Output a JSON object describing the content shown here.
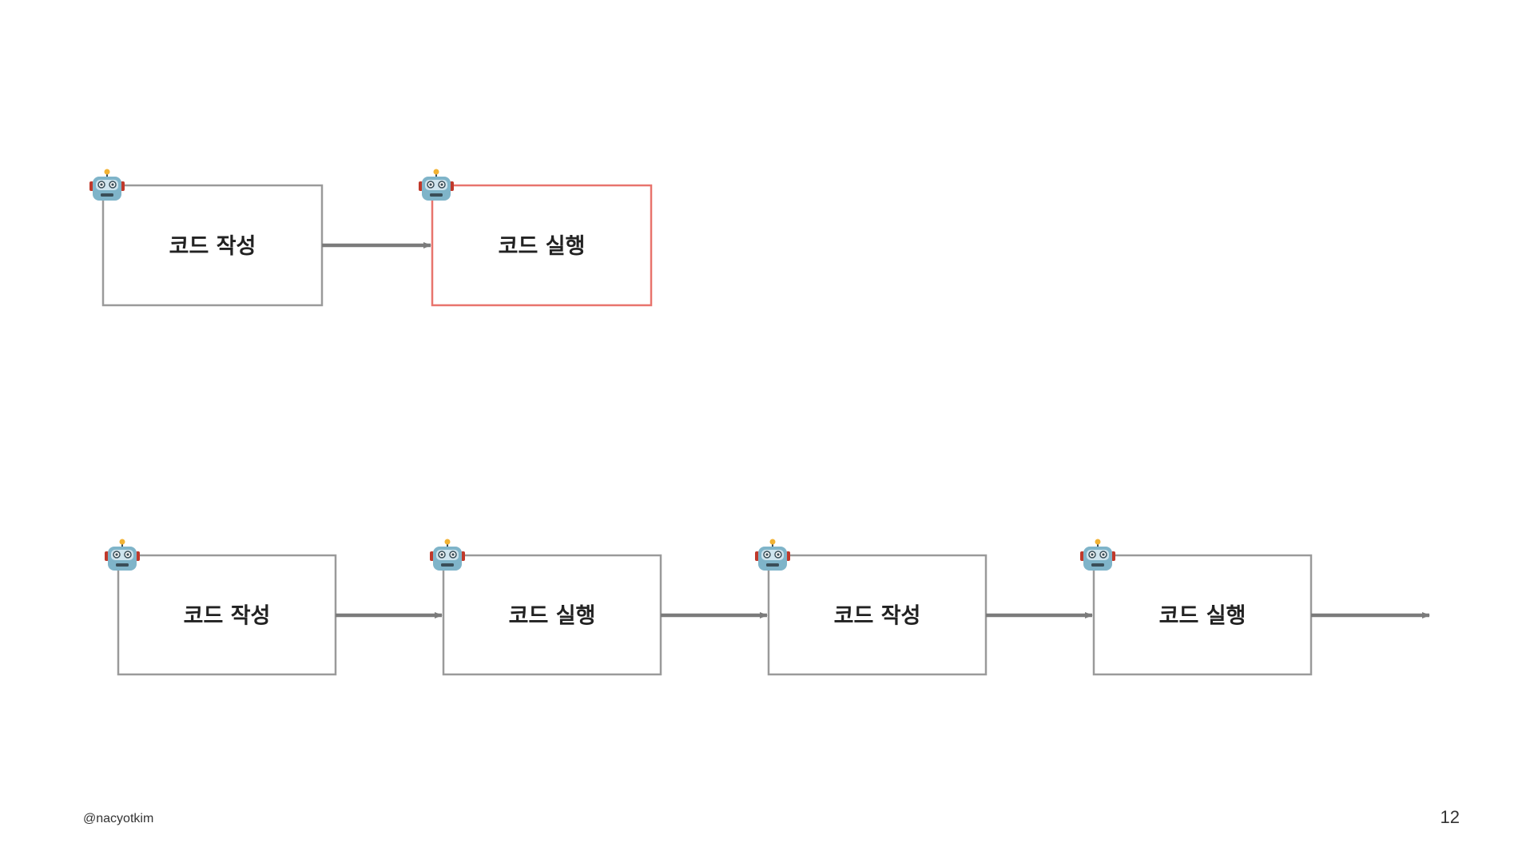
{
  "colors": {
    "box_border": "#9a9a9a",
    "box_highlight_border": "#e8746d",
    "arrow": "#7b7b7b",
    "label": "#222222",
    "robot_head": "#7fb4c9",
    "robot_face": "#cfe4ee",
    "robot_dark": "#3a4e58",
    "robot_ear": "#c0392b",
    "robot_bulb": "#f2b233"
  },
  "icons": {
    "agent": "robot-icon"
  },
  "diagram": {
    "row1": {
      "nodes": [
        {
          "label": "코드 작성",
          "highlighted": false
        },
        {
          "label": "코드 실행",
          "highlighted": true
        }
      ],
      "trailing_arrow": false
    },
    "row2": {
      "nodes": [
        {
          "label": "코드 작성",
          "highlighted": false
        },
        {
          "label": "코드 실행",
          "highlighted": false
        },
        {
          "label": "코드 작성",
          "highlighted": false
        },
        {
          "label": "코드 실행",
          "highlighted": false
        }
      ],
      "trailing_arrow": true
    }
  },
  "footer": {
    "handle": "@nacyotkim",
    "page_number": "12"
  }
}
